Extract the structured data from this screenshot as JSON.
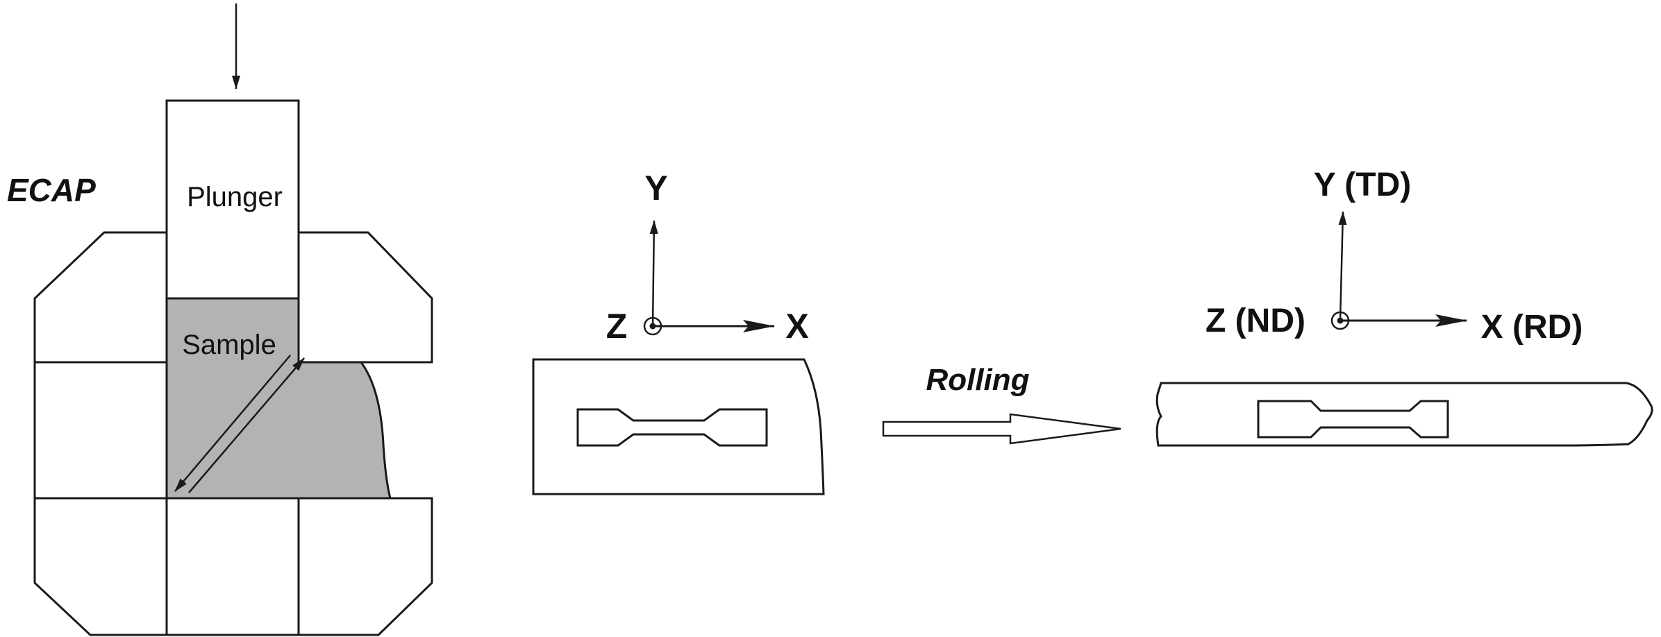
{
  "labels": {
    "process_title": "ECAP",
    "plunger": "Plunger",
    "sample": "Sample",
    "rolling": "Rolling"
  },
  "axes_before": {
    "y": "Y",
    "z": "Z",
    "x": "X"
  },
  "axes_after": {
    "y": "Y (TD)",
    "z": "Z (ND)",
    "x": "X (RD)"
  },
  "colors": {
    "line": "#1a1a1a",
    "sample_fill": "#b3b3b3",
    "background": "#ffffff",
    "arrow_fill": "#ffffff"
  }
}
